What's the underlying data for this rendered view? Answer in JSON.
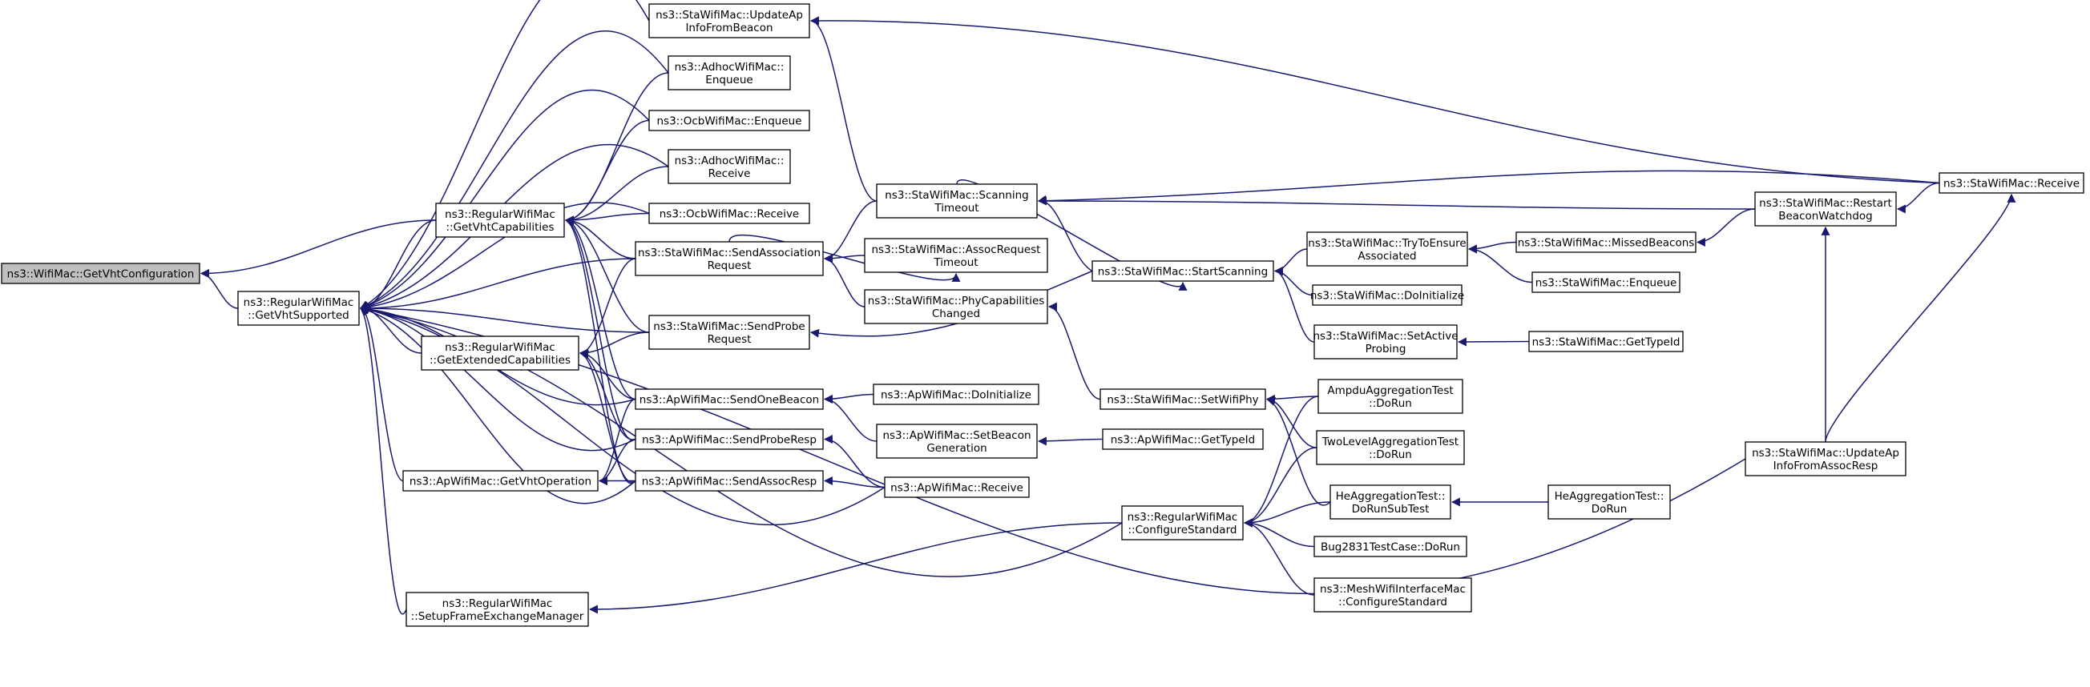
{
  "nodes": [
    {
      "id": "root",
      "lines": [
        "ns3::WifiMac::GetVhtConfiguration"
      ]
    },
    {
      "id": "rw_gvs",
      "lines": [
        "ns3::RegularWifiMac",
        "::GetVhtSupported"
      ]
    },
    {
      "id": "rw_gvc",
      "lines": [
        "ns3::RegularWifiMac",
        "::GetVhtCapabilities"
      ]
    },
    {
      "id": "rw_gec",
      "lines": [
        "ns3::RegularWifiMac",
        "::GetExtendedCapabilities"
      ]
    },
    {
      "id": "ap_gvo",
      "lines": [
        "ns3::ApWifiMac::GetVhtOperation"
      ]
    },
    {
      "id": "rw_sfem",
      "lines": [
        "ns3::RegularWifiMac",
        "::SetupFrameExchangeManager"
      ]
    },
    {
      "id": "sta_uafb",
      "lines": [
        "ns3::StaWifiMac::UpdateAp",
        "InfoFromBeacon"
      ]
    },
    {
      "id": "adhoc_enq",
      "lines": [
        "ns3::AdhocWifiMac::",
        "Enqueue"
      ]
    },
    {
      "id": "ocb_enq",
      "lines": [
        "ns3::OcbWifiMac::Enqueue"
      ]
    },
    {
      "id": "adhoc_rcv",
      "lines": [
        "ns3::AdhocWifiMac::",
        "Receive"
      ]
    },
    {
      "id": "ocb_rcv",
      "lines": [
        "ns3::OcbWifiMac::Receive"
      ]
    },
    {
      "id": "sta_sar",
      "lines": [
        "ns3::StaWifiMac::SendAssociation",
        "Request"
      ]
    },
    {
      "id": "sta_spr",
      "lines": [
        "ns3::StaWifiMac::SendProbe",
        "Request"
      ]
    },
    {
      "id": "ap_sob",
      "lines": [
        "ns3::ApWifiMac::SendOneBeacon"
      ]
    },
    {
      "id": "ap_sprr",
      "lines": [
        "ns3::ApWifiMac::SendProbeResp"
      ]
    },
    {
      "id": "ap_sar",
      "lines": [
        "ns3::ApWifiMac::SendAssocResp"
      ]
    },
    {
      "id": "sta_st",
      "lines": [
        "ns3::StaWifiMac::Scanning",
        "Timeout"
      ]
    },
    {
      "id": "sta_art",
      "lines": [
        "ns3::StaWifiMac::AssocRequest",
        "Timeout"
      ]
    },
    {
      "id": "sta_pcc",
      "lines": [
        "ns3::StaWifiMac::PhyCapabilities",
        "Changed"
      ]
    },
    {
      "id": "ap_doi",
      "lines": [
        "ns3::ApWifiMac::DoInitialize"
      ]
    },
    {
      "id": "ap_sbg",
      "lines": [
        "ns3::ApWifiMac::SetBeacon",
        "Generation"
      ]
    },
    {
      "id": "ap_rcv",
      "lines": [
        "ns3::ApWifiMac::Receive"
      ]
    },
    {
      "id": "ap_gti",
      "lines": [
        "ns3::ApWifiMac::GetTypeId"
      ]
    },
    {
      "id": "sta_ss",
      "lines": [
        "ns3::StaWifiMac::StartScanning"
      ]
    },
    {
      "id": "sta_swp",
      "lines": [
        "ns3::StaWifiMac::SetWifiPhy"
      ]
    },
    {
      "id": "rw_cs",
      "lines": [
        "ns3::RegularWifiMac",
        "::ConfigureStandard"
      ]
    },
    {
      "id": "sta_ttea",
      "lines": [
        "ns3::StaWifiMac::TryToEnsure",
        "Associated"
      ]
    },
    {
      "id": "sta_doi",
      "lines": [
        "ns3::StaWifiMac::DoInitialize"
      ]
    },
    {
      "id": "sta_sap",
      "lines": [
        "ns3::StaWifiMac::SetActive",
        "Probing"
      ]
    },
    {
      "id": "ampdu",
      "lines": [
        "AmpduAggregationTest",
        "::DoRun"
      ]
    },
    {
      "id": "twolevel",
      "lines": [
        "TwoLevelAggregationTest",
        "::DoRun"
      ]
    },
    {
      "id": "he_sub",
      "lines": [
        "HeAggregationTest::",
        "DoRunSubTest"
      ]
    },
    {
      "id": "bug2831",
      "lines": [
        "Bug2831TestCase::DoRun"
      ]
    },
    {
      "id": "mesh_cs",
      "lines": [
        "ns3::MeshWifiInterfaceMac",
        "::ConfigureStandard"
      ]
    },
    {
      "id": "sta_mb",
      "lines": [
        "ns3::StaWifiMac::MissedBeacons"
      ]
    },
    {
      "id": "sta_enq",
      "lines": [
        "ns3::StaWifiMac::Enqueue"
      ]
    },
    {
      "id": "sta_gti",
      "lines": [
        "ns3::StaWifiMac::GetTypeId"
      ]
    },
    {
      "id": "he_dorun",
      "lines": [
        "HeAggregationTest::",
        "DoRun"
      ]
    },
    {
      "id": "sta_rbw",
      "lines": [
        "ns3::StaWifiMac::Restart",
        "BeaconWatchdog"
      ]
    },
    {
      "id": "sta_uafar",
      "lines": [
        "ns3::StaWifiMac::UpdateAp",
        "InfoFromAssocResp"
      ]
    },
    {
      "id": "sta_rcv",
      "lines": [
        "ns3::StaWifiMac::Receive"
      ]
    }
  ],
  "edges": [
    [
      "rw_gvs",
      "root"
    ],
    [
      "rw_gvc",
      "root"
    ],
    [
      "rw_gvc",
      "rw_gvs"
    ],
    [
      "rw_gec",
      "rw_gvs"
    ],
    [
      "ap_gvo",
      "rw_gvs"
    ],
    [
      "rw_sfem",
      "rw_gvs"
    ],
    [
      "sta_uafb",
      "rw_gvs"
    ],
    [
      "adhoc_enq",
      "rw_gvs"
    ],
    [
      "ocb_enq",
      "rw_gvs"
    ],
    [
      "adhoc_rcv",
      "rw_gvs"
    ],
    [
      "ocb_rcv",
      "rw_gvs"
    ],
    [
      "sta_sar",
      "rw_gvs"
    ],
    [
      "sta_spr",
      "rw_gvs"
    ],
    [
      "ap_sob",
      "rw_gvs"
    ],
    [
      "ap_sprr",
      "rw_gvs"
    ],
    [
      "ap_sar",
      "rw_gvs"
    ],
    [
      "ap_rcv",
      "rw_gvs"
    ],
    [
      "rw_cs",
      "rw_gvs"
    ],
    [
      "sta_uafar",
      "rw_gvs"
    ],
    [
      "adhoc_enq",
      "rw_gvc"
    ],
    [
      "ocb_enq",
      "rw_gvc"
    ],
    [
      "adhoc_rcv",
      "rw_gvc"
    ],
    [
      "ocb_rcv",
      "rw_gvc"
    ],
    [
      "sta_sar",
      "rw_gvc"
    ],
    [
      "sta_spr",
      "rw_gvc"
    ],
    [
      "ap_sob",
      "rw_gvc"
    ],
    [
      "ap_sprr",
      "rw_gvc"
    ],
    [
      "ap_sar",
      "rw_gvc"
    ],
    [
      "sta_sar",
      "rw_gec"
    ],
    [
      "sta_spr",
      "rw_gec"
    ],
    [
      "ap_sob",
      "rw_gec"
    ],
    [
      "ap_sprr",
      "rw_gec"
    ],
    [
      "ap_sar",
      "rw_gec"
    ],
    [
      "ap_sob",
      "ap_gvo"
    ],
    [
      "ap_sprr",
      "ap_gvo"
    ],
    [
      "ap_sar",
      "ap_gvo"
    ],
    [
      "rw_cs",
      "rw_sfem"
    ],
    [
      "sta_st",
      "sta_uafb"
    ],
    [
      "sta_rcv",
      "sta_uafb"
    ],
    [
      "sta_st",
      "sta_sar"
    ],
    [
      "sta_art",
      "sta_sar"
    ],
    [
      "sta_pcc",
      "sta_sar"
    ],
    [
      "sta_ss",
      "sta_spr"
    ],
    [
      "ap_doi",
      "ap_sob"
    ],
    [
      "ap_sbg",
      "ap_sob"
    ],
    [
      "ap_rcv",
      "ap_sprr"
    ],
    [
      "ap_rcv",
      "ap_sar"
    ],
    [
      "sta_ss",
      "sta_st"
    ],
    [
      "sta_rbw",
      "sta_st"
    ],
    [
      "sta_rcv",
      "sta_st"
    ],
    [
      "sta_sar",
      "sta_art"
    ],
    [
      "sta_swp",
      "sta_pcc"
    ],
    [
      "ap_gti",
      "ap_sbg"
    ],
    [
      "sta_st",
      "sta_ss"
    ],
    [
      "sta_ttea",
      "sta_ss"
    ],
    [
      "sta_doi",
      "sta_ss"
    ],
    [
      "sta_sap",
      "sta_ss"
    ],
    [
      "ampdu",
      "sta_swp"
    ],
    [
      "twolevel",
      "sta_swp"
    ],
    [
      "he_sub",
      "sta_swp"
    ],
    [
      "ampdu",
      "rw_cs"
    ],
    [
      "twolevel",
      "rw_cs"
    ],
    [
      "he_sub",
      "rw_cs"
    ],
    [
      "bug2831",
      "rw_cs"
    ],
    [
      "mesh_cs",
      "rw_cs"
    ],
    [
      "sta_mb",
      "sta_ttea"
    ],
    [
      "sta_enq",
      "sta_ttea"
    ],
    [
      "sta_gti",
      "sta_sap"
    ],
    [
      "he_dorun",
      "he_sub"
    ],
    [
      "sta_rbw",
      "sta_mb"
    ],
    [
      "sta_rcv",
      "sta_rbw"
    ],
    [
      "sta_uafar",
      "sta_rbw"
    ],
    [
      "sta_uafar",
      "sta_rcv"
    ]
  ]
}
